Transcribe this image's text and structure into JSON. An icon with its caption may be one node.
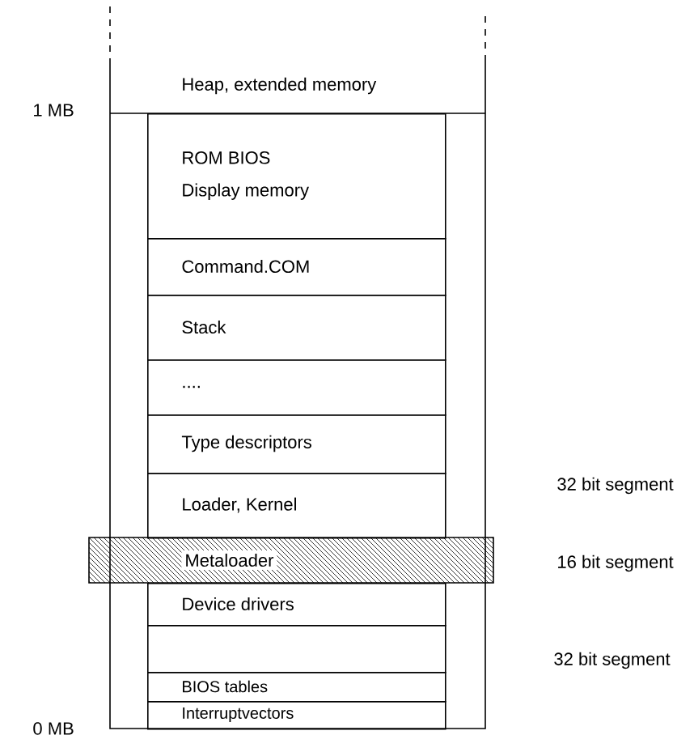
{
  "diagram": {
    "nodes": [
      {
        "text": [
          "Heap, extended memory"
        ]
      },
      {
        "text": [
          "ROM BIOS",
          "Display memory"
        ]
      },
      {
        "text": [
          "Command.COM"
        ]
      },
      {
        "text": [
          "Stack"
        ]
      },
      {
        "text": [
          "...."
        ]
      },
      {
        "text": [
          "Type descriptors"
        ]
      },
      {
        "text": [
          "Loader, Kernel"
        ]
      },
      {
        "text": [
          "Metaloader"
        ]
      },
      {
        "text": [
          "Device drivers"
        ]
      },
      {
        "text": [],
        "shape": "box"
      },
      {
        "text": [
          "BIOS tables"
        ]
      },
      {
        "text": [
          "Interruptvectors"
        ]
      }
    ],
    "labels": [
      "1 MB",
      "32 bit segment",
      "16 bit segment",
      "32 bit segment",
      "0 MB"
    ]
  }
}
